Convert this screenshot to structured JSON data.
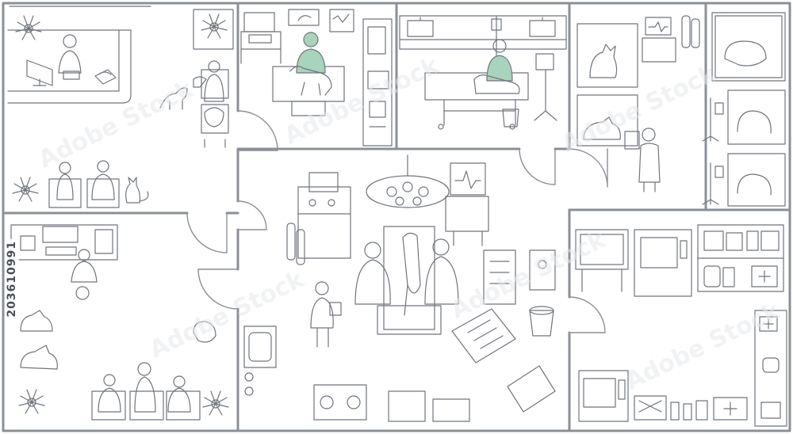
{
  "stock_id": "203610991",
  "watermark_text": "Adobe Stock",
  "colors": {
    "background": "#ffffff",
    "line": "#70757e",
    "wall": "#8b9097",
    "accent": "#a8d3bd",
    "watermark": "#e6e8eb"
  },
  "rooms": [
    {
      "name": "reception",
      "icons": [
        "receptionist-icon",
        "computer-icon",
        "phone-icon",
        "plant-icon"
      ]
    },
    {
      "name": "waiting-area",
      "icons": [
        "dog-icon",
        "cat-icon",
        "pet-owner-icon",
        "chair-icon",
        "plant-icon"
      ]
    },
    {
      "name": "exam-room",
      "icons": [
        "veterinarian-icon",
        "exam-table-icon",
        "x-ray-viewer-icon",
        "computer-icon"
      ]
    },
    {
      "name": "treatment-room",
      "icons": [
        "nurse-icon",
        "stretcher-icon",
        "iv-drip-icon",
        "monitor-icon",
        "sink-icon"
      ]
    },
    {
      "name": "recovery-ward",
      "icons": [
        "kennel-icon",
        "iv-stand-icon",
        "nurse-clipboard-icon",
        "oxygen-tank-icon"
      ]
    },
    {
      "name": "operating-room",
      "icons": [
        "surgical-lamp-icon",
        "anesthesia-machine-icon",
        "surgeon-icon",
        "instrument-tray-icon"
      ]
    },
    {
      "name": "consultation-office",
      "icons": [
        "computer-icon",
        "phone-icon",
        "office-chair-icon"
      ]
    },
    {
      "name": "sterilization-storage",
      "icons": [
        "autoclave-icon",
        "supply-shelf-icon",
        "first-aid-kit-icon"
      ]
    }
  ]
}
